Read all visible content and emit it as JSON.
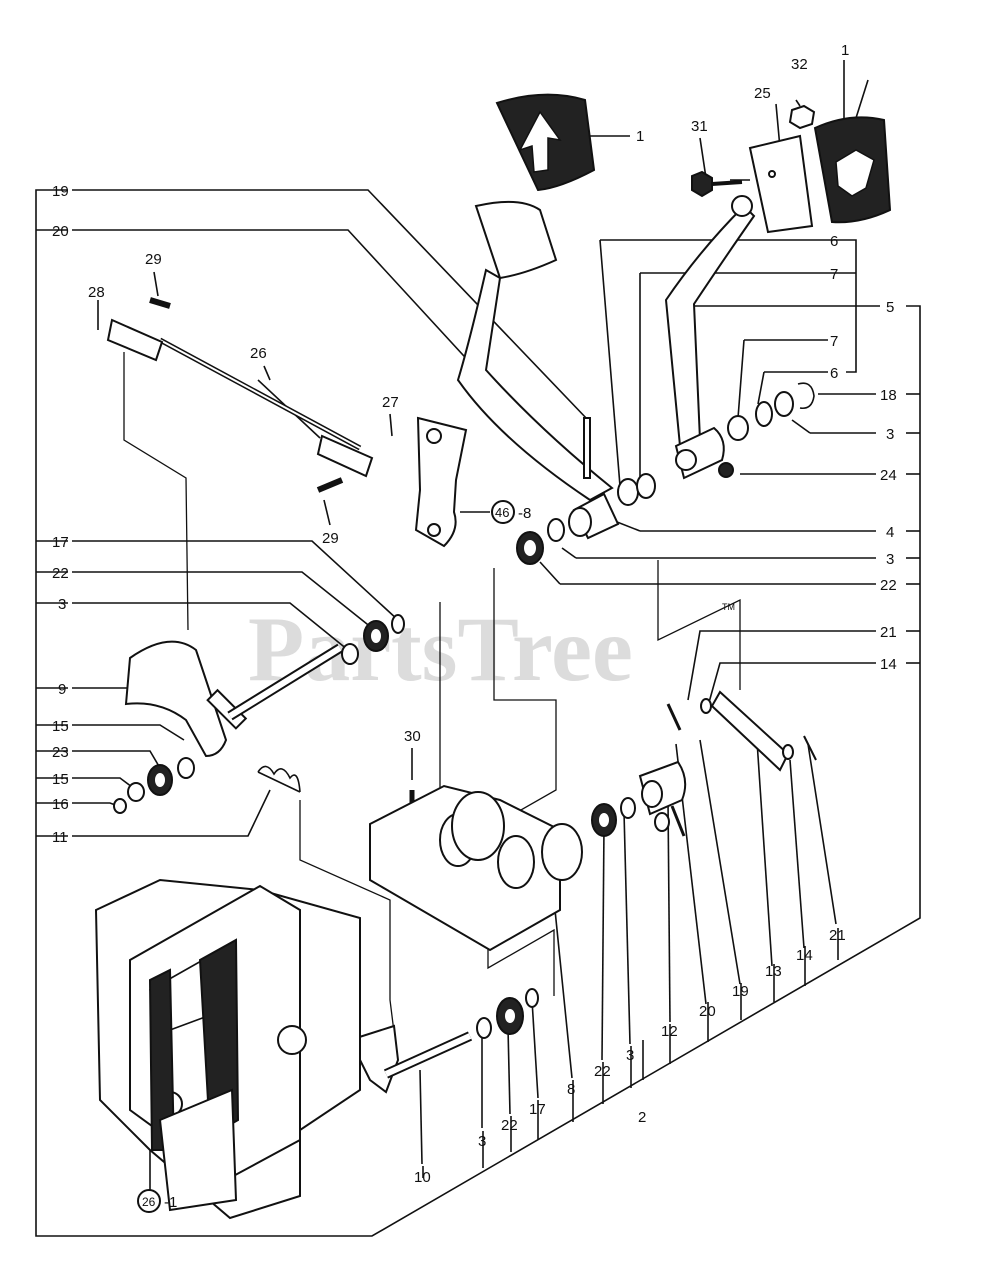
{
  "watermark": "PartsTree",
  "trademark": "TM",
  "callouts": {
    "c1_top": "1",
    "c1_right": "1",
    "c32": "32",
    "c25": "25",
    "c31": "31",
    "c19_left": "19",
    "c20_left": "20",
    "c29_top": "29",
    "c28": "28",
    "c26": "26",
    "c27": "27",
    "c29_bottom": "29",
    "c46": "46",
    "c46_suffix": "-8",
    "c6_a": "6",
    "c7_a": "7",
    "c5": "5",
    "c7_b": "7",
    "c6_b": "6",
    "c18": "18",
    "c3_r1": "3",
    "c24": "24",
    "c4": "4",
    "c3_r2": "3",
    "c22_r": "22",
    "c21_r": "21",
    "c14_r": "14",
    "c17_left": "17",
    "c22_left": "22",
    "c3_left": "3",
    "c9": "9",
    "c15_a": "15",
    "c23": "23",
    "c15_b": "15",
    "c16": "16",
    "c11": "11",
    "c30": "30",
    "c21_b": "21",
    "c14_b": "14",
    "c13": "13",
    "c19_b": "19",
    "c20_b": "20",
    "c12": "12",
    "c3_b": "3",
    "c22_b": "22",
    "c8": "8",
    "c2": "2",
    "c17_b": "17",
    "c22_b2": "22",
    "c3_b2": "3",
    "c10": "10",
    "c26_ref": "26",
    "c26_suffix": "-1"
  }
}
